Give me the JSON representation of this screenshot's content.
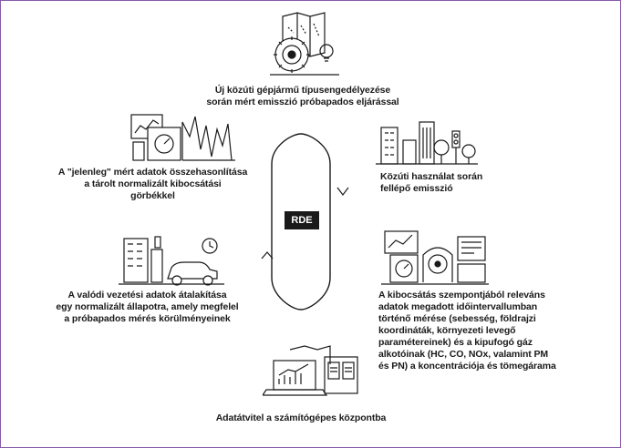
{
  "center_label": "RDE",
  "steps": {
    "top": [
      "Új közúti gépjármű típusengedélyezése",
      "során mért emisszió próbapados eljárással"
    ],
    "right_top": [
      "Közúti használat során",
      "fellépő emisszió"
    ],
    "right_bottom": [
      "A kibocsátás szempontjából releváns",
      "adatok megadott időintervallumban",
      "történő mérése (sebesség, földrajzi",
      "koordináták, környezeti levegő",
      "paramétereinek) és a kipufogó gáz",
      "alkotóinak (HC, CO, NOx, valamint PM",
      "és PN) a koncentrációja és tömegárama"
    ],
    "bottom": [
      "Adatátvitel a számítógépes központba"
    ],
    "left_bottom": [
      "A valódi vezetési adatok átalakítása",
      "egy normalizált állapotra, amely megfelel",
      "a próbapados mérés körülményeinek"
    ],
    "left_top": [
      "A \"jelenleg\" mért adatok összehasonlítása",
      "a tárolt normalizált kibocsátási",
      "görbékkel"
    ]
  },
  "icons": {
    "top": "map-gear-lightbulb-icon",
    "right_top": "city-buildings-icon",
    "right_bottom": "car-dashboard-screens-icon",
    "bottom": "laptop-chart-icon",
    "left_bottom": "building-car-clock-icon",
    "left_top": "monitor-graph-icon"
  },
  "colors": {
    "frame": "#8a5aa8",
    "ink": "#1a1a1a"
  }
}
